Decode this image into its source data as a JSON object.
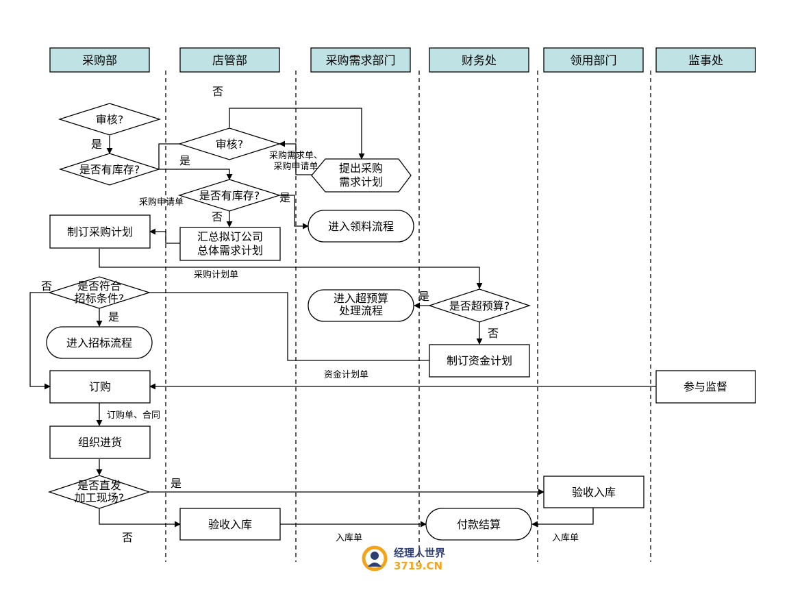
{
  "lanes": [
    "采购部",
    "店管部",
    "采购需求部门",
    "财务处",
    "领用部门",
    "监事处"
  ],
  "nodes": {
    "audit1": "审核?",
    "stock1": "是否有库存?",
    "plan": "制订采购计划",
    "tender_check": "是否符合|招标条件?",
    "tender_flow": "进入招标流程",
    "order": "订购",
    "purchase": "组织进货",
    "direct": "是否直发|加工现场?",
    "audit2": "审核?",
    "stock2": "是否有库存?",
    "summary": "汇总拟订公司|总体需求计划",
    "receive1": "验收入库",
    "propose": "提出采购|需求计划",
    "material": "进入领料流程",
    "overbudget_flow": "进入超预算|处理流程",
    "overbudget": "是否超预算?",
    "fund": "制订资金计划",
    "pay": "付款结算",
    "receive2": "验收入库",
    "supervise": "参与监督"
  },
  "edge_labels": {
    "no_top": "否",
    "yes1": "是",
    "yes2": "是",
    "req_forms": "采购需求单、|采购申请单",
    "apply_form": "采购申请单",
    "yes_stock2": "是",
    "no_stock2": "否",
    "plan_form": "采购计划单",
    "no_tender": "否",
    "yes_tender": "是",
    "yes_budget": "是",
    "no_budget": "否",
    "fund_form": "资金计划单",
    "order_form": "订购单、合同",
    "yes_direct": "是",
    "no_direct": "否",
    "in_form1": "入库单",
    "in_form2": "入库单"
  },
  "logo": {
    "name": "经理人世界",
    "url": "3719.CN",
    "colors": {
      "icon": "#f2a51b",
      "text": "#2c3e73"
    }
  }
}
